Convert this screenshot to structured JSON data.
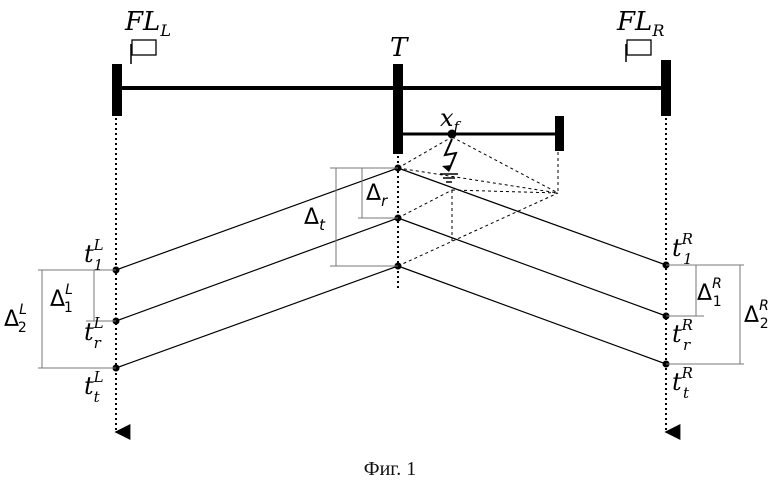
{
  "figure": {
    "caption": "Фиг. 1",
    "colors": {
      "ink": "#000000",
      "dim_line": "#777777",
      "background": "#ffffff"
    }
  },
  "labels": {
    "fl_left": {
      "base": "FL",
      "sub": "L"
    },
    "fl_right": {
      "base": "FL",
      "sub": "R"
    },
    "tap": "T",
    "fault": {
      "base": "x",
      "sub": "f"
    },
    "delta_r": {
      "base": "Δ",
      "sub": "r"
    },
    "delta_t": {
      "base": "Δ",
      "sub": "t"
    },
    "left_times": [
      {
        "base": "t",
        "sub": "1",
        "sup": "L"
      },
      {
        "base": "t",
        "sub": "r",
        "sup": "L"
      },
      {
        "base": "t",
        "sub": "t",
        "sup": "L"
      }
    ],
    "right_times": [
      {
        "base": "t",
        "sub": "1",
        "sup": "R"
      },
      {
        "base": "t",
        "sub": "r",
        "sup": "R"
      },
      {
        "base": "t",
        "sub": "t",
        "sup": "R"
      }
    ],
    "left_deltas": [
      {
        "base": "Δ",
        "sub": "1",
        "sup": "L"
      },
      {
        "base": "Δ",
        "sub": "2",
        "sup": "L"
      }
    ],
    "right_deltas": [
      {
        "base": "Δ",
        "sub": "1",
        "sup": "R"
      },
      {
        "base": "Δ",
        "sub": "2",
        "sup": "R"
      }
    ]
  }
}
